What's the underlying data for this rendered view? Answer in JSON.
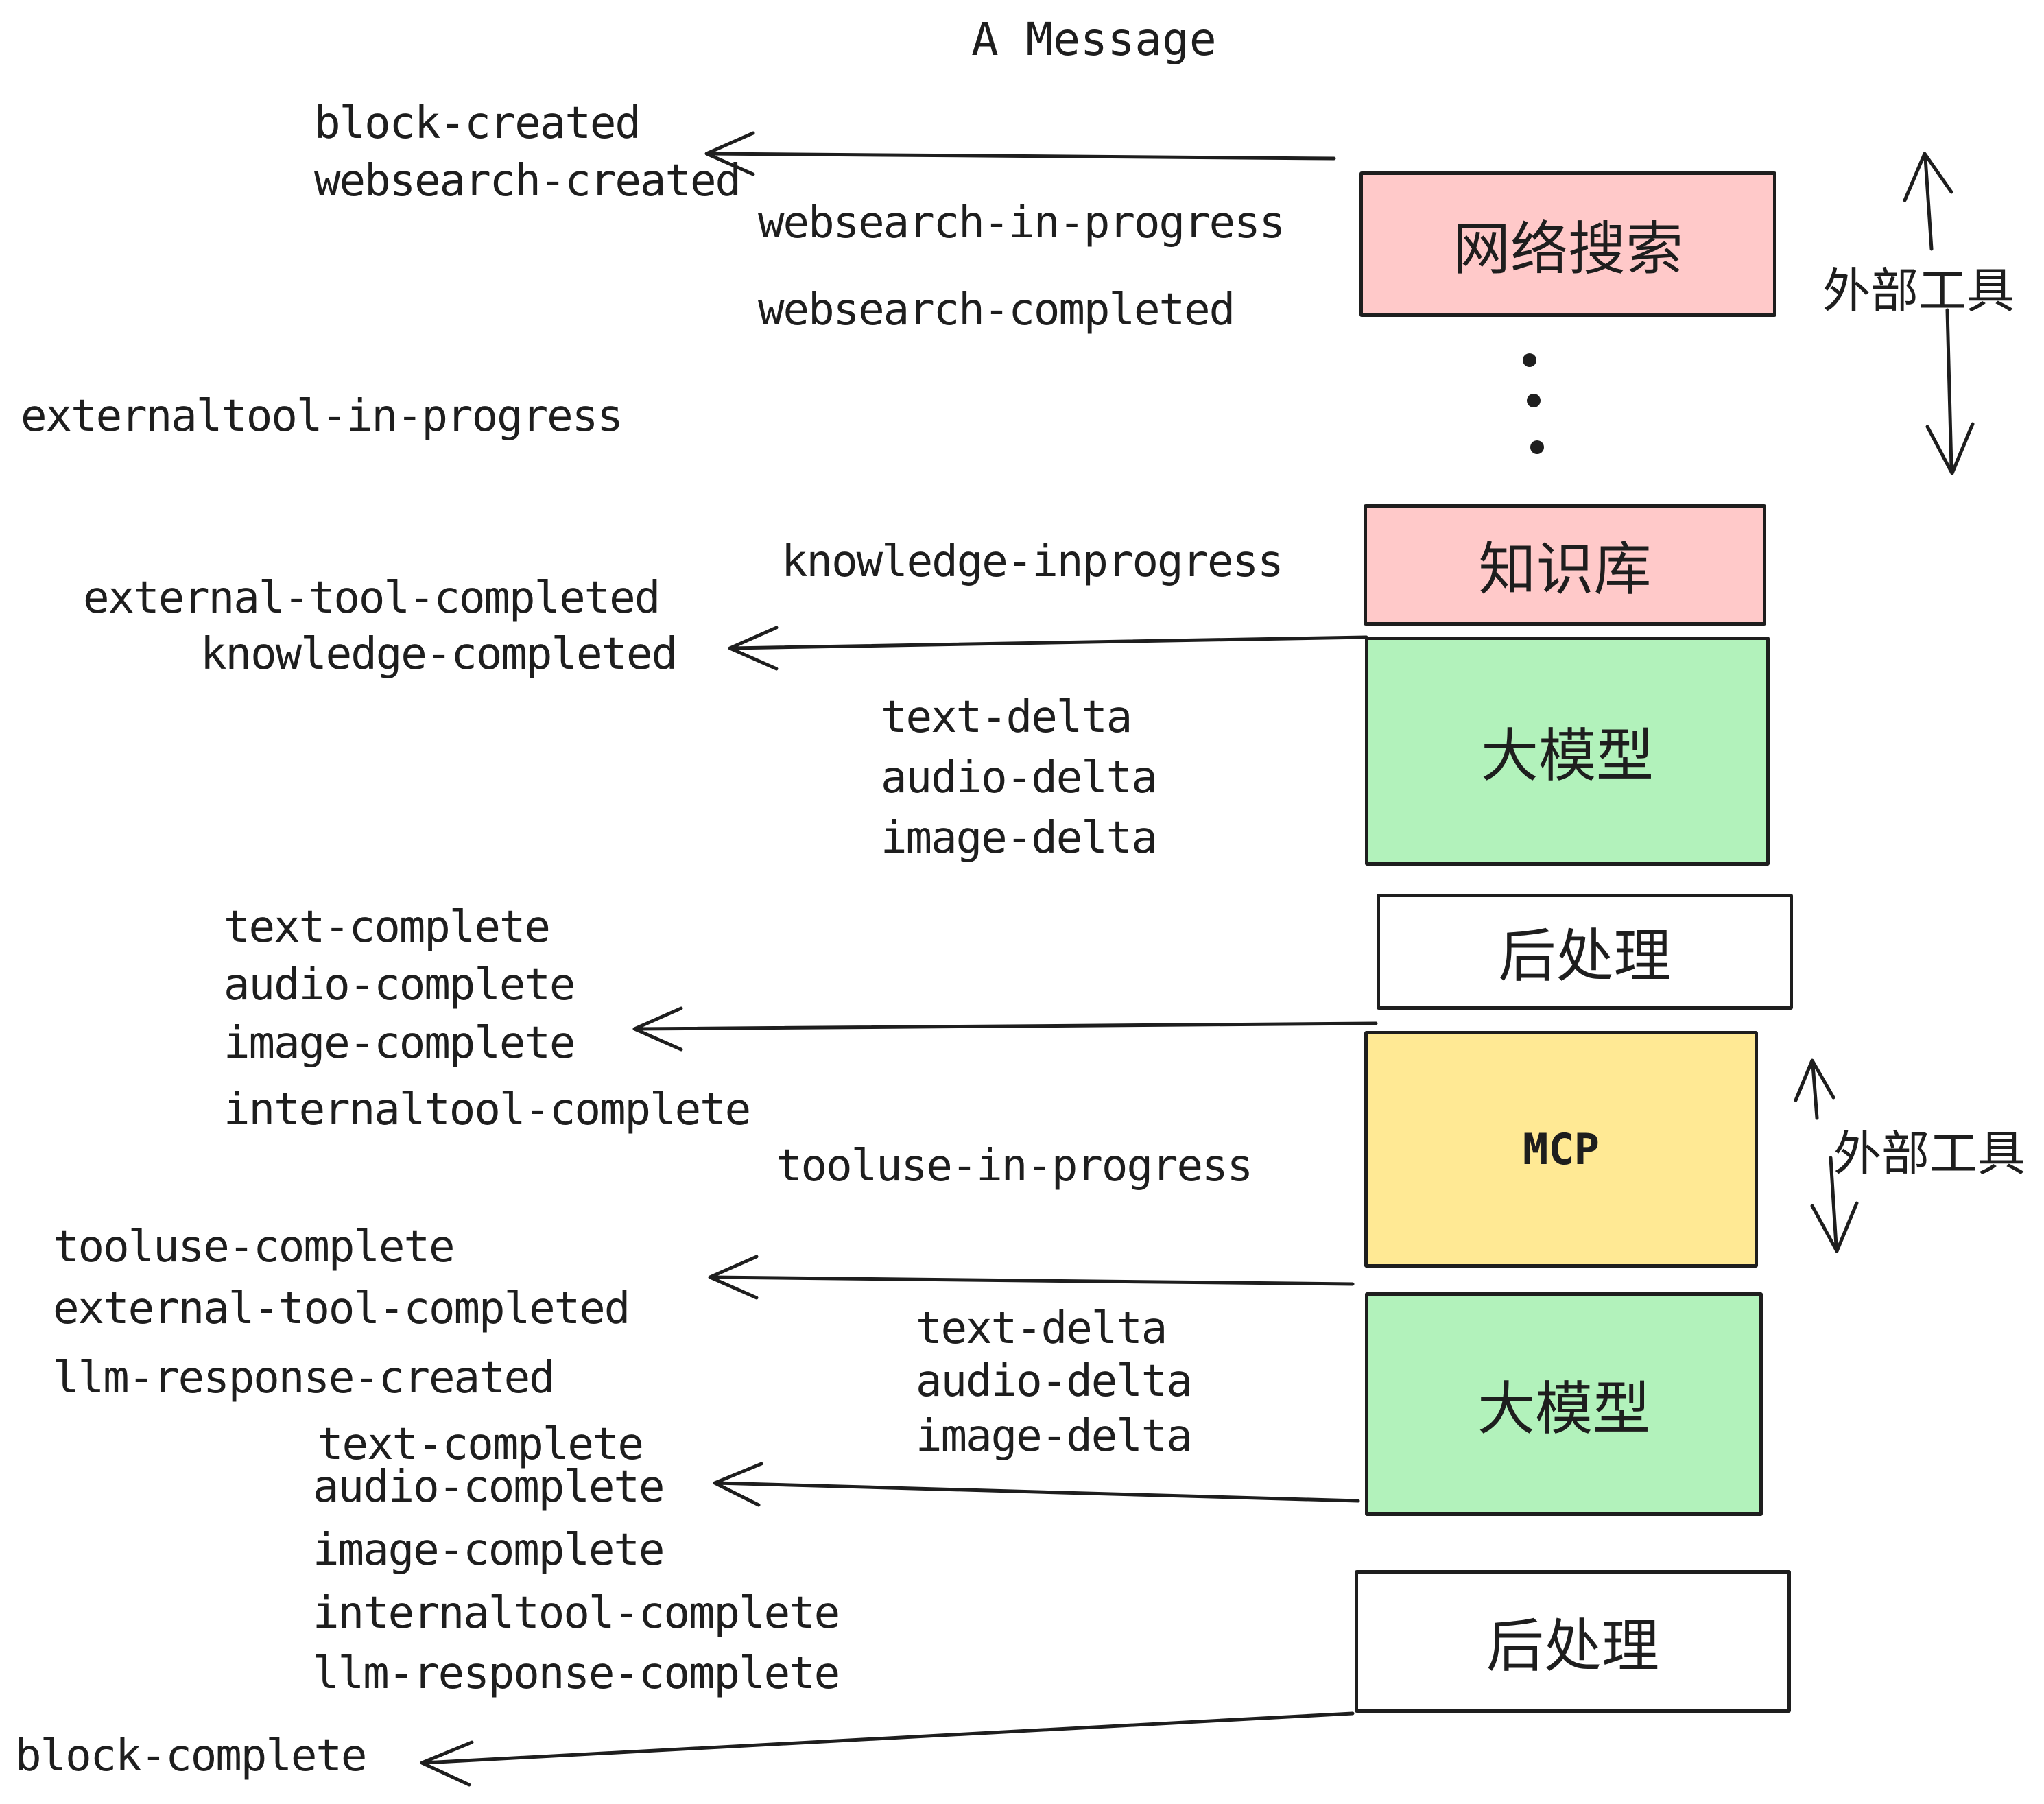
{
  "title": "A Message",
  "palette": {
    "pink": "#ffc9c9",
    "green": "#b2f2bb",
    "yellow": "#ffe994",
    "paper": "#ffffff",
    "ink": "#1e1e1e"
  },
  "boxes": {
    "websearch": {
      "label": "网络搜索"
    },
    "knowledge": {
      "label": "知识库"
    },
    "llm_top": {
      "label": "大模型"
    },
    "post_top": {
      "label": "后处理"
    },
    "mcp": {
      "label": "MCP"
    },
    "llm_bottom": {
      "label": "大模型"
    },
    "post_bottom": {
      "label": "后处理"
    }
  },
  "side_labels": {
    "external_tool_top": "外部工具",
    "external_tool_bottom": "外部工具"
  },
  "events": {
    "block_created": "block-created",
    "websearch_created": "websearch-created",
    "websearch_in_progress": "websearch-in-progress",
    "websearch_completed": "websearch-completed",
    "externaltool_in_progress": "externaltool-in-progress",
    "knowledge_inprogress": "knowledge-inprogress",
    "external_tool_completed_1": "external-tool-completed",
    "knowledge_completed": "knowledge-completed",
    "text_delta_1": "text-delta",
    "audio_delta_1": "audio-delta",
    "image_delta_1": "image-delta",
    "text_complete_1": "text-complete",
    "audio_complete_1": "audio-complete",
    "image_complete_1": "image-complete",
    "internaltool_complete_1": "internaltool-complete",
    "tooluse_in_progress": "tooluse-in-progress",
    "tooluse_complete": "tooluse-complete",
    "external_tool_completed_2": "external-tool-completed",
    "llm_response_created": "llm-response-created",
    "text_complete_2": "text-complete",
    "audio_complete_2": "audio-complete",
    "image_complete_2": "image-complete",
    "internaltool_complete_2": "internaltool-complete",
    "llm_response_complete": "llm-response-complete",
    "block_complete": "block-complete"
  }
}
